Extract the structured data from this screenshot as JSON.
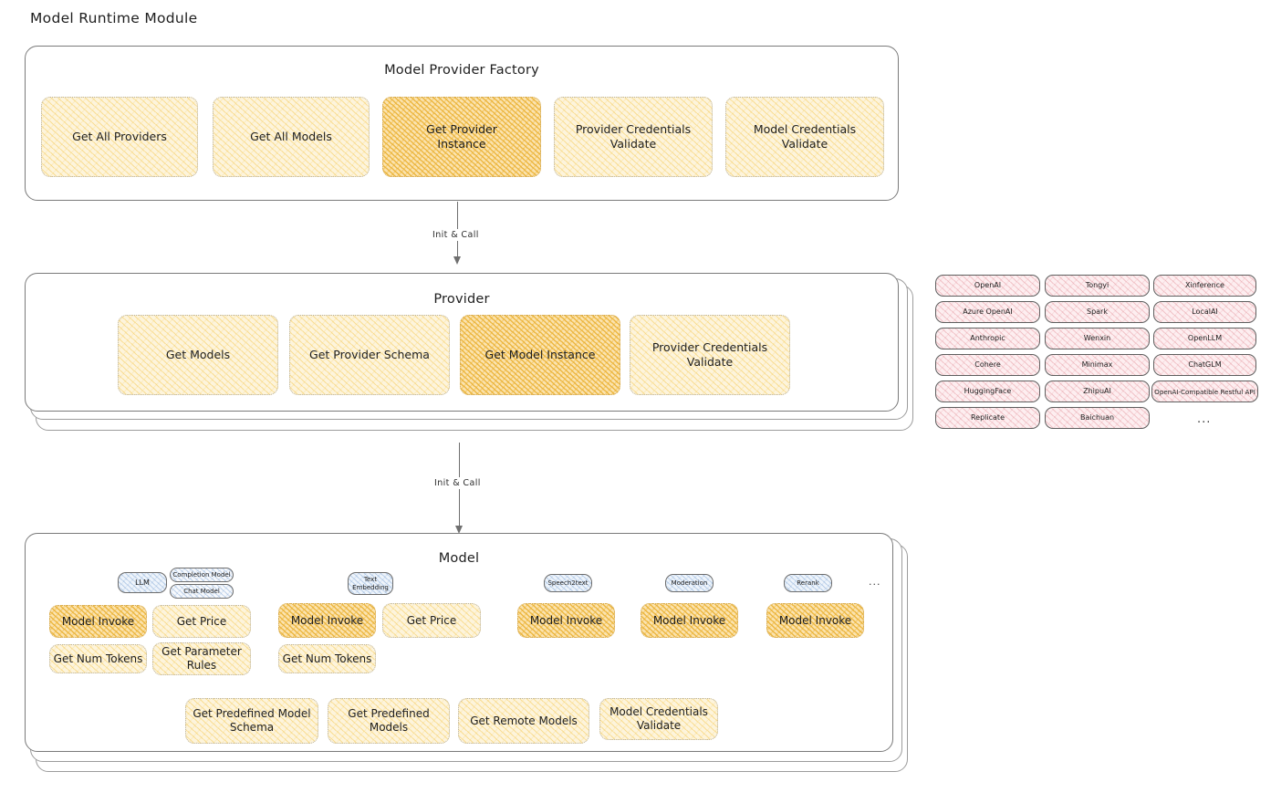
{
  "page": {
    "title": "Model Runtime Module"
  },
  "factory": {
    "title": "Model Provider Factory",
    "nodes": [
      {
        "label": "Get All Providers",
        "highlight": false
      },
      {
        "label": "Get All Models",
        "highlight": false
      },
      {
        "label": "Get Provider\nInstance",
        "highlight": true
      },
      {
        "label": "Provider Credentials\nValidate",
        "highlight": false
      },
      {
        "label": "Model Credentials\nValidate",
        "highlight": false
      }
    ]
  },
  "arrows": [
    {
      "label": "Init & Call"
    },
    {
      "label": "Init & Call"
    }
  ],
  "provider": {
    "title": "Provider",
    "nodes": [
      {
        "label": "Get Models",
        "highlight": false
      },
      {
        "label": "Get Provider Schema",
        "highlight": false
      },
      {
        "label": "Get Model Instance",
        "highlight": true
      },
      {
        "label": "Provider Credentials\nValidate",
        "highlight": false
      }
    ]
  },
  "provider_list": {
    "columns": [
      [
        "OpenAI",
        "Azure OpenAI",
        "Anthropic",
        "Cohere",
        "HuggingFace",
        "Replicate"
      ],
      [
        "Tongyi",
        "Spark",
        "Wenxin",
        "Minimax",
        "ZhipuAI",
        "Baichuan"
      ],
      [
        "Xinference",
        "LocalAI",
        "OpenLLM",
        "ChatGLM",
        "OpenAI-Compatible Restful API"
      ]
    ],
    "more": "..."
  },
  "model": {
    "title": "Model",
    "more": "...",
    "types": [
      {
        "badge": "LLM",
        "subtypes": [
          "Completion Model",
          "Chat Model"
        ]
      },
      {
        "badge": "Text\nEmbedding",
        "subtypes": []
      },
      {
        "badge": "Speech2text",
        "subtypes": []
      },
      {
        "badge": "Moderation",
        "subtypes": []
      },
      {
        "badge": "Rerank",
        "subtypes": []
      }
    ],
    "methods": {
      "llm": [
        {
          "label": "Model Invoke",
          "highlight": true
        },
        {
          "label": "Get Price",
          "highlight": false
        },
        {
          "label": "Get Num Tokens",
          "highlight": false
        },
        {
          "label": "Get Parameter\nRules",
          "highlight": false
        }
      ],
      "embedding": [
        {
          "label": "Model Invoke",
          "highlight": true
        },
        {
          "label": "Get Price",
          "highlight": false
        },
        {
          "label": "Get Num Tokens",
          "highlight": false
        }
      ],
      "speech2text": [
        {
          "label": "Model Invoke",
          "highlight": true
        }
      ],
      "moderation": [
        {
          "label": "Model Invoke",
          "highlight": true
        }
      ],
      "rerank": [
        {
          "label": "Model Invoke",
          "highlight": true
        }
      ]
    },
    "shared": [
      {
        "label": "Get Predefined Model\nSchema"
      },
      {
        "label": "Get Predefined\nModels"
      },
      {
        "label": "Get Remote Models"
      },
      {
        "label": "Model Credentials\nValidate"
      }
    ]
  },
  "colors": {
    "fill_light_yellow": "#fdf4dc",
    "fill_amber_highlight": "#fbe3ae",
    "fill_pink": "#fdeef0",
    "fill_blue": "#eef4fb",
    "stroke_gray": "#7a7a7a",
    "text": "#1e1e1e"
  }
}
